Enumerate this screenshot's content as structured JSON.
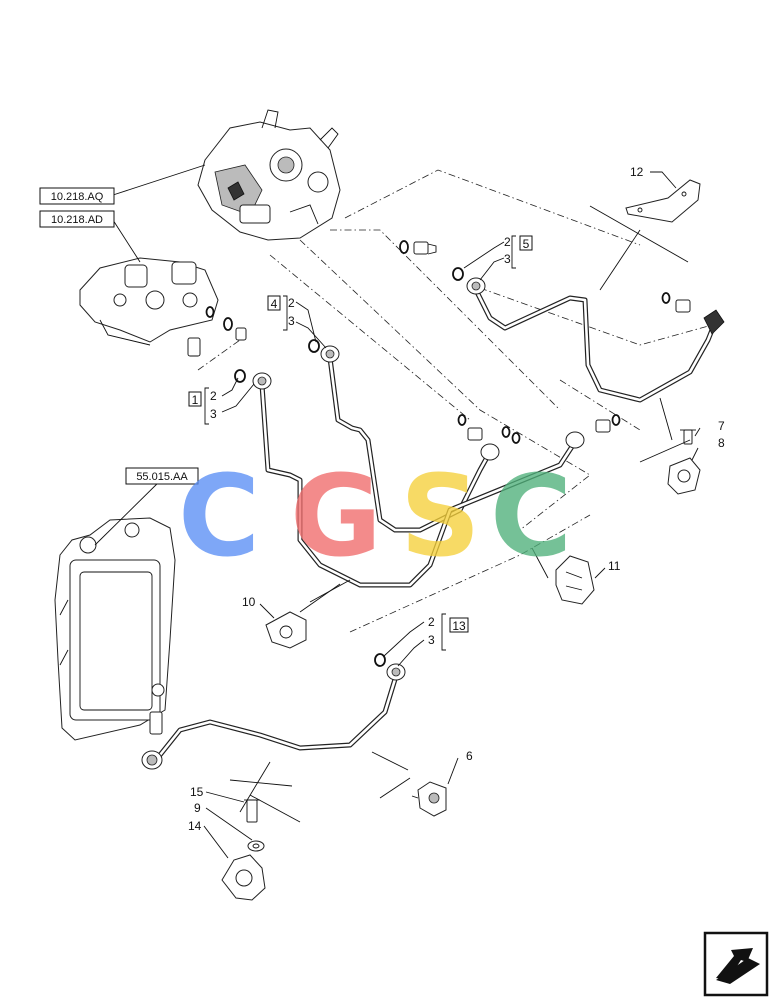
{
  "references": [
    {
      "id": "ref-10218aq",
      "text": "10.218.AQ"
    },
    {
      "id": "ref-10218ad",
      "text": "10.218.AD"
    },
    {
      "id": "ref-55015aa",
      "text": "55.015.AA"
    }
  ],
  "callouts": [
    "12",
    "2",
    "3",
    "2",
    "3",
    "2",
    "3",
    "7",
    "8",
    "11",
    "10",
    "2",
    "3",
    "6",
    "15",
    "9",
    "14"
  ],
  "boxed_callouts": [
    "5",
    "4",
    "1",
    "13"
  ],
  "watermark": {
    "letters": [
      "C",
      "G",
      "S",
      "C"
    ],
    "colors": [
      "#5a8ff5",
      "#f06b6b",
      "#f5d03a",
      "#4fb07a"
    ]
  },
  "colors": {
    "line": "#111111",
    "background": "#ffffff"
  },
  "icons": {
    "corner": "arrow-badge-icon"
  }
}
